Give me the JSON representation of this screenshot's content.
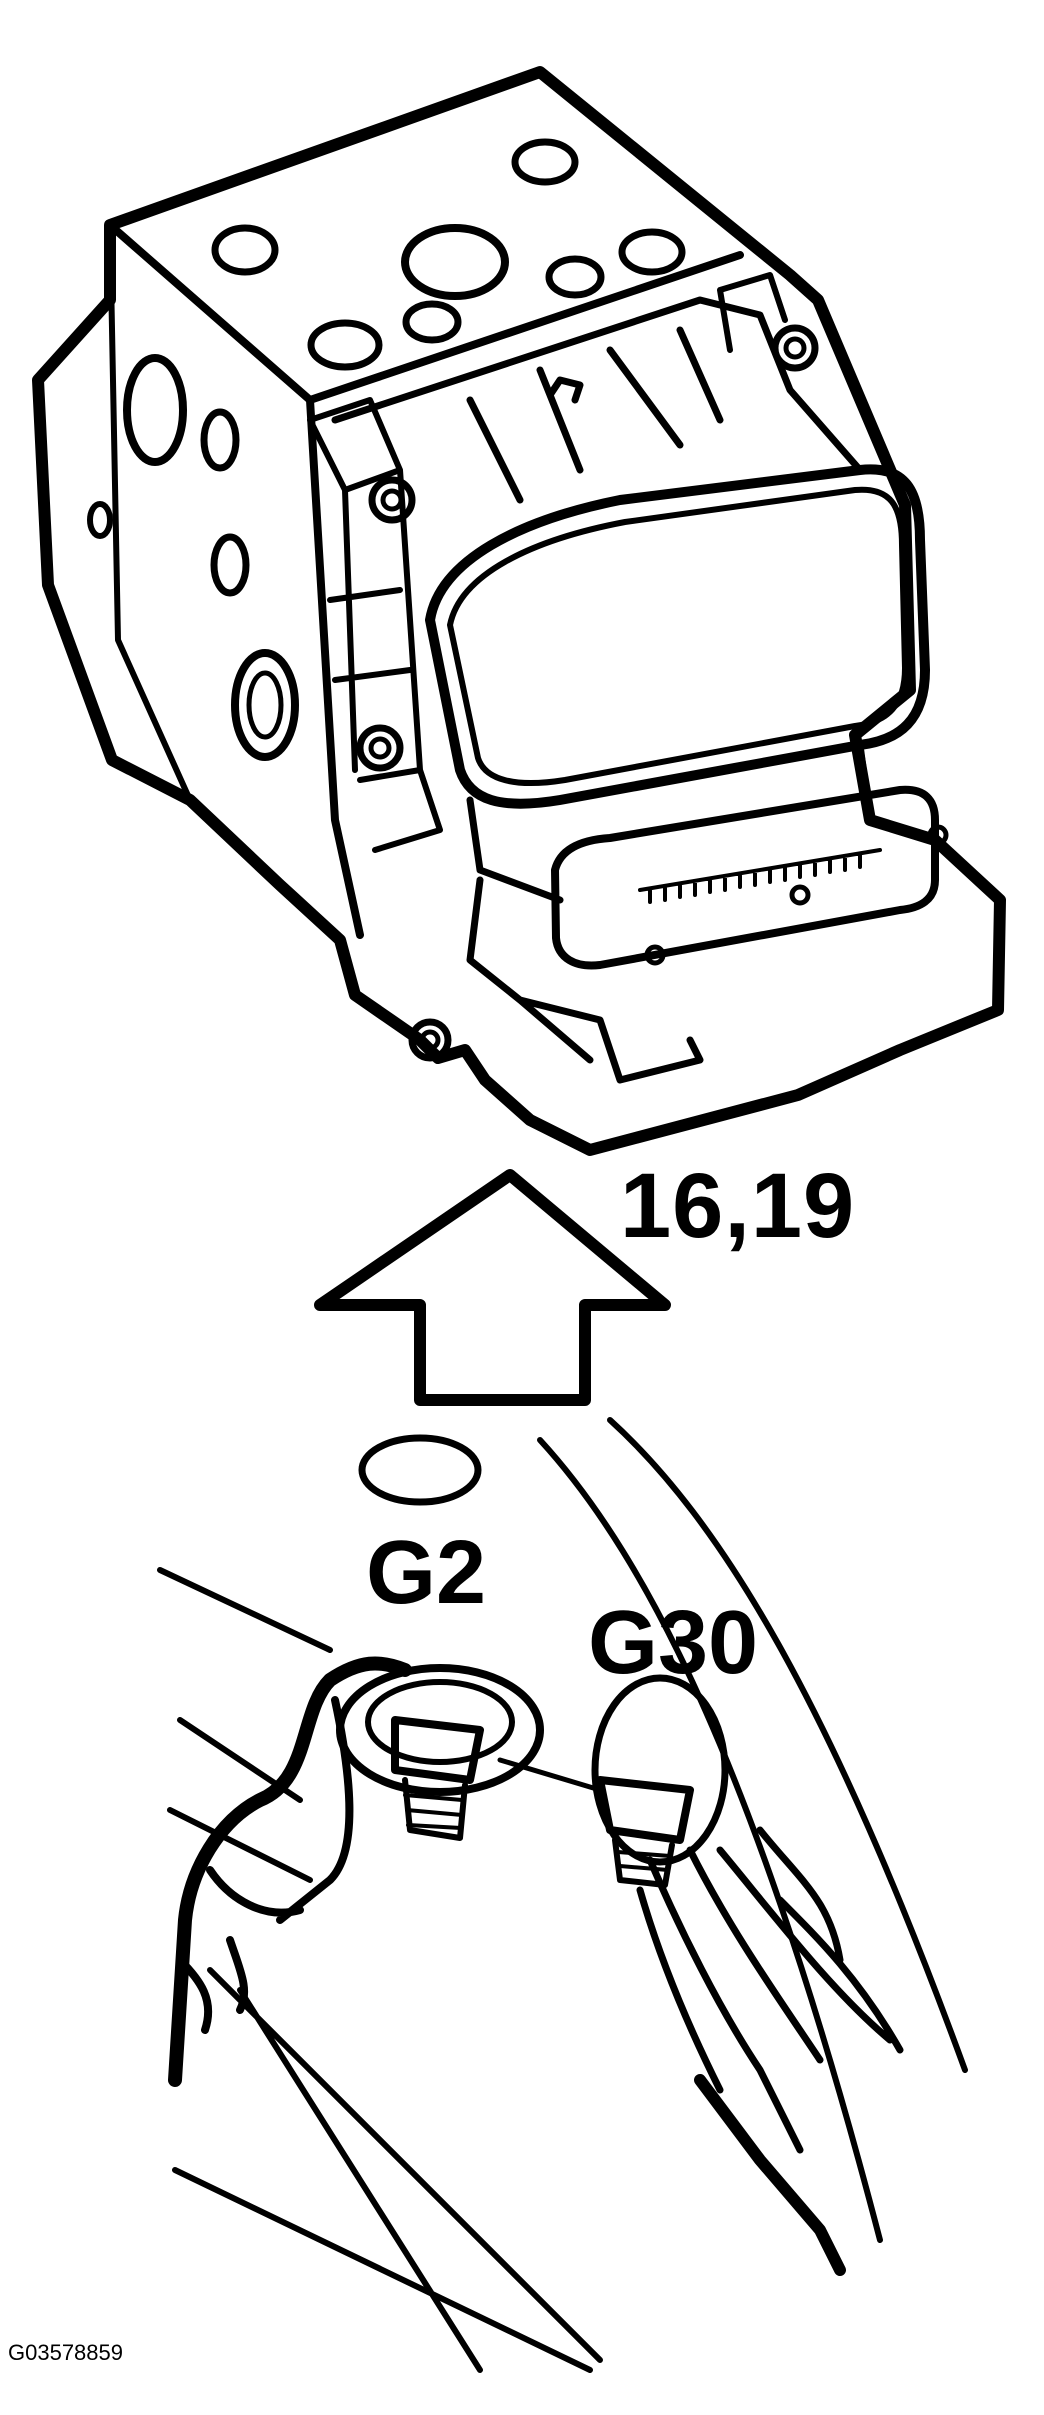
{
  "labels": {
    "step_refs": "16,19",
    "ground_a": "G2",
    "ground_b": "G30",
    "figure_id": "G03578859"
  },
  "colors": {
    "ink": "#000000",
    "paper": "#ffffff"
  },
  "direction": "up"
}
